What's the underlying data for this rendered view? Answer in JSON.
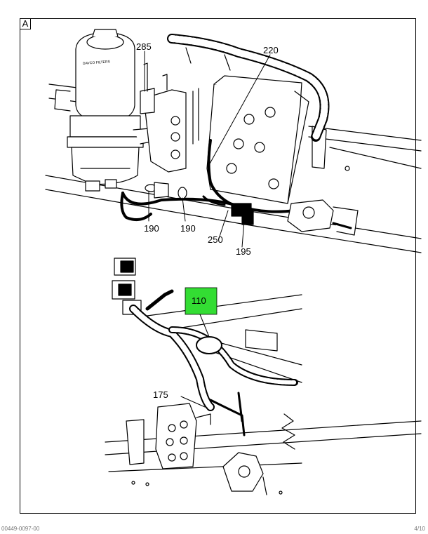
{
  "view_label": "A",
  "filter_brand_text": "DAVCO FILTERS",
  "callouts": {
    "c285": "285",
    "c220": "220",
    "c190a": "190",
    "c190b": "190",
    "c250": "250",
    "c195": "195",
    "c110": "110",
    "c175": "175"
  },
  "highlight_color": "#33dd33",
  "footer": {
    "left": "00449-0097-00",
    "right": "4/10"
  }
}
